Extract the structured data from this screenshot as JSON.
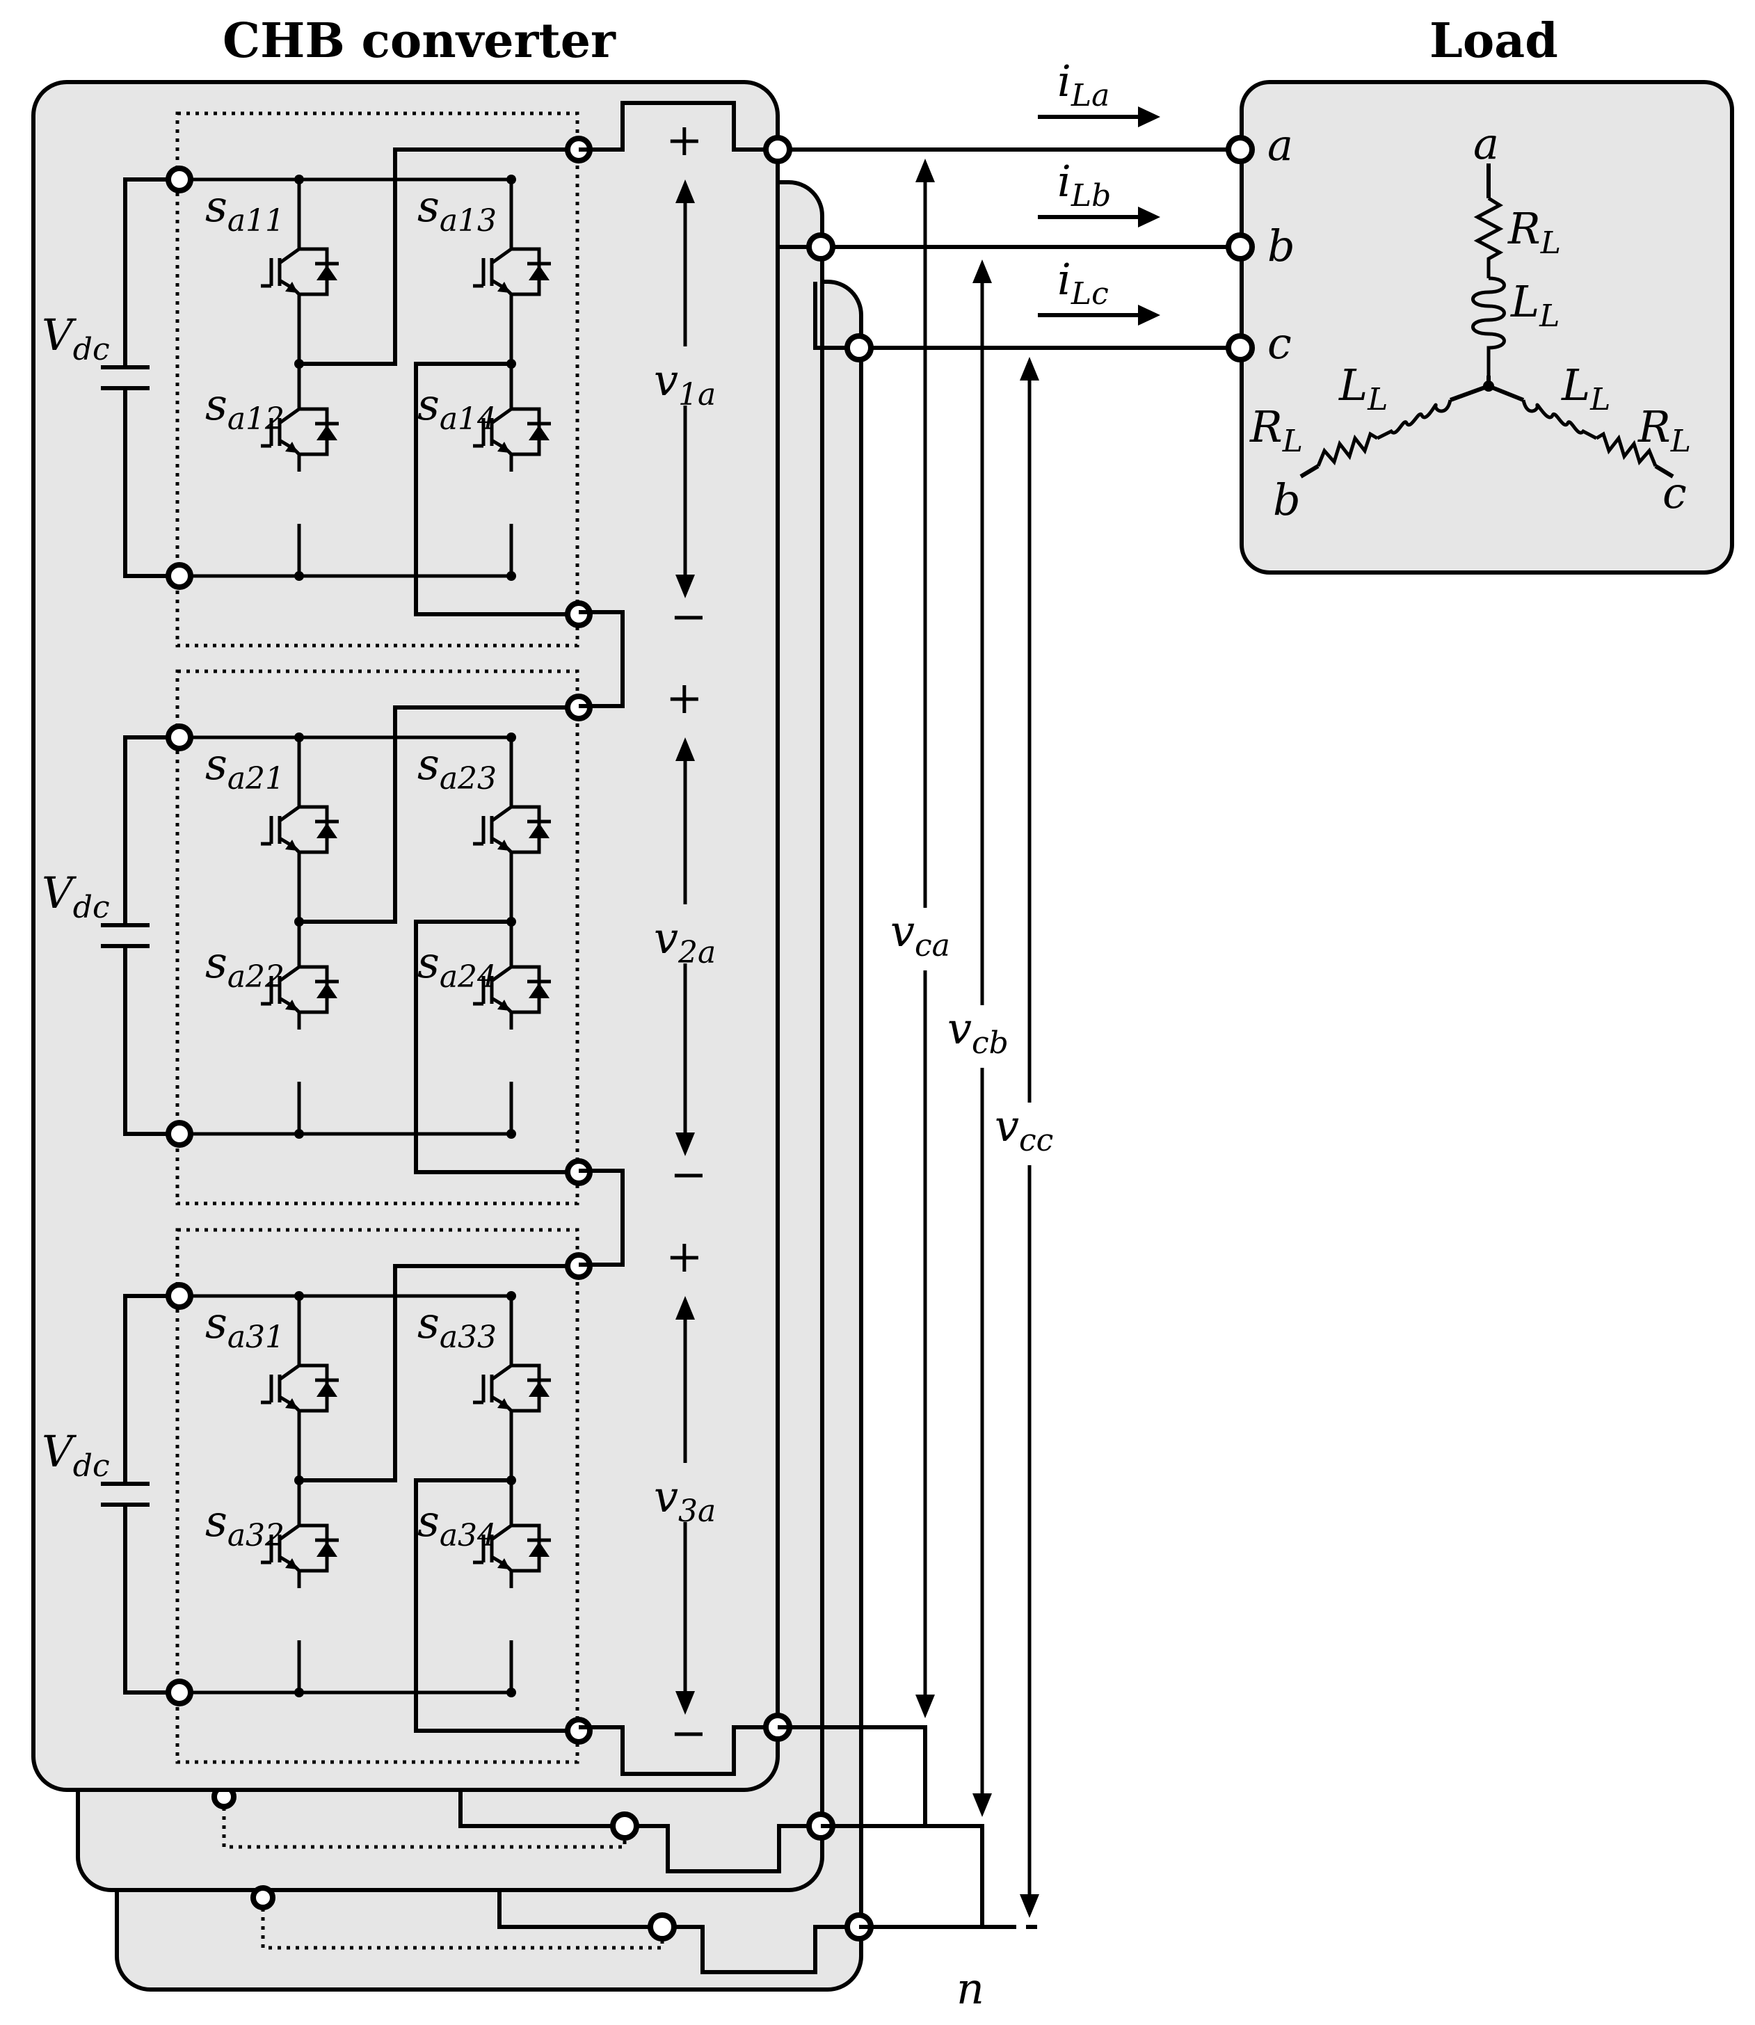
{
  "title_converter": "CHB converter",
  "title_load": "Load",
  "cells": [
    {
      "vdc": "V",
      "vdc_sub": "dc",
      "switches": [
        {
          "s": "s",
          "sub": "a11"
        },
        {
          "s": "s",
          "sub": "a12"
        },
        {
          "s": "s",
          "sub": "a13"
        },
        {
          "s": "s",
          "sub": "a14"
        }
      ],
      "voltage": "v",
      "voltage_sub": "1a"
    },
    {
      "vdc": "V",
      "vdc_sub": "dc",
      "switches": [
        {
          "s": "s",
          "sub": "a21"
        },
        {
          "s": "s",
          "sub": "a22"
        },
        {
          "s": "s",
          "sub": "a23"
        },
        {
          "s": "s",
          "sub": "a24"
        }
      ],
      "voltage": "v",
      "voltage_sub": "2a"
    },
    {
      "vdc": "V",
      "vdc_sub": "dc",
      "switches": [
        {
          "s": "s",
          "sub": "a31"
        },
        {
          "s": "s",
          "sub": "a32"
        },
        {
          "s": "s",
          "sub": "a33"
        },
        {
          "s": "s",
          "sub": "a34"
        }
      ],
      "voltage": "v",
      "voltage_sub": "3a"
    }
  ],
  "plus_sign": "+",
  "minus_sign": "−",
  "currents": [
    {
      "i": "i",
      "sub": "La"
    },
    {
      "i": "i",
      "sub": "Lb"
    },
    {
      "i": "i",
      "sub": "Lc"
    }
  ],
  "phase_voltages": [
    {
      "v": "v",
      "sub": "ca"
    },
    {
      "v": "v",
      "sub": "cb"
    },
    {
      "v": "v",
      "sub": "cc"
    }
  ],
  "neutral": "n",
  "load_terminals": [
    "a",
    "b",
    "c"
  ],
  "load_labels": {
    "a": "a",
    "b": "b",
    "c": "c",
    "R": "R",
    "R_sub": "L",
    "L": "L",
    "L_sub": "L"
  }
}
